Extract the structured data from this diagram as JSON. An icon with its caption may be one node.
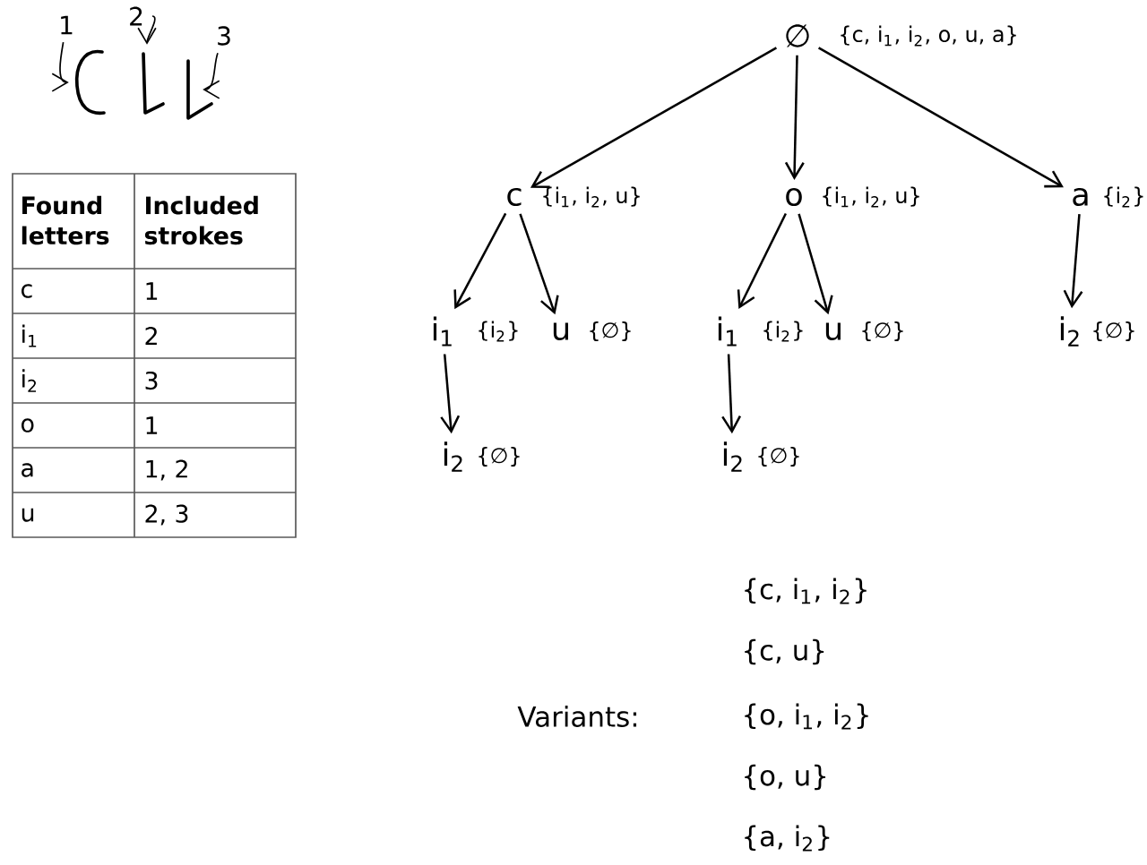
{
  "diagram": {
    "nodes": [
      {
        "text": [
          "∅"
        ],
        "beside": [
          "{c, i$_{1}$, i$_{2}$, o, u, a}"
        ]
      },
      {
        "text": [
          "c"
        ],
        "beside": [
          "{i$_{1}$, i$_{2}$, u}"
        ]
      },
      {
        "text": [
          "o"
        ],
        "beside": [
          "{i$_{1}$, i$_{2}$, u}"
        ]
      },
      {
        "text": [
          "a"
        ],
        "beside": [
          "{i$_{2}$}"
        ]
      },
      {
        "text": [
          "i$_{1}$"
        ],
        "beside": [
          "{i$_{2}$}"
        ]
      },
      {
        "text": [
          "u"
        ],
        "beside": [
          "{∅}"
        ]
      },
      {
        "text": [
          "i$_{1}$"
        ],
        "beside": [
          "{i$_{2}$}"
        ]
      },
      {
        "text": [
          "u"
        ],
        "beside": [
          "{∅}"
        ]
      },
      {
        "text": [
          "i$_{2}$"
        ],
        "beside": [
          "{∅}"
        ]
      },
      {
        "text": [
          "i$_{2}$"
        ],
        "beside": [
          "{∅}"
        ]
      },
      {
        "text": [
          "i$_{2}$"
        ],
        "beside": [
          "{∅}"
        ]
      },
      {
        "text": [
          "1"
        ]
      },
      {
        "text": [
          "2"
        ]
      },
      {
        "text": [
          "3"
        ]
      },
      {
        "text": [],
        "shape": "picture"
      },
      {
        "text": [],
        "shape": "picture"
      },
      {
        "text": [],
        "shape": "picture"
      }
    ],
    "edges": [
      {
        "from": 0,
        "to": 1,
        "arrow": "to"
      },
      {
        "from": 0,
        "to": 2,
        "arrow": "to"
      },
      {
        "from": 0,
        "to": 3,
        "arrow": "to"
      },
      {
        "from": 1,
        "to": 4,
        "arrow": "to"
      },
      {
        "from": 1,
        "to": 5,
        "arrow": "to"
      },
      {
        "from": 2,
        "to": 6,
        "arrow": "to"
      },
      {
        "from": 2,
        "to": 7,
        "arrow": "to"
      },
      {
        "from": 3,
        "to": 8,
        "arrow": "to"
      },
      {
        "from": 4,
        "to": 9,
        "arrow": "to"
      },
      {
        "from": 6,
        "to": 10,
        "arrow": "to"
      },
      {
        "from": 11,
        "to": 14,
        "arrow": "to"
      },
      {
        "from": 12,
        "to": 15,
        "arrow": "to"
      },
      {
        "from": 13,
        "to": 16,
        "arrow": "to"
      }
    ],
    "labels": [
      "Found letters",
      "Included strokes",
      "c",
      "1",
      "i$_{1}$",
      "2",
      "i$_{2}$",
      "3",
      "o",
      "1",
      "a",
      "1, 2",
      "u",
      "2, 3",
      "Variants:",
      "{c, i$_{1}$, i$_{2}$}",
      "{c, u}",
      "{o, i$_{1}$, i$_{2}$}",
      "{o, u}",
      "{a, i$_{2}$}"
    ]
  }
}
